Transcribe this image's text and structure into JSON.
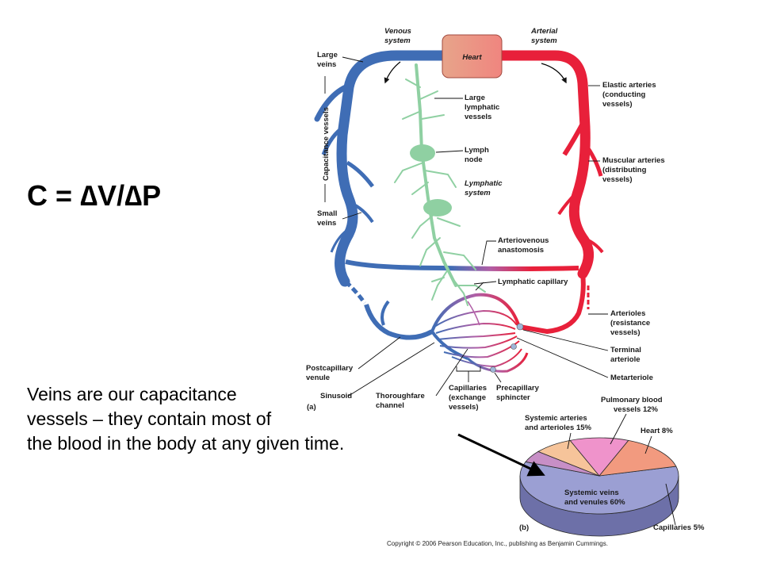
{
  "slide": {
    "formula": "C = ∆V/∆P",
    "caption_lines": [
      "Veins are our capacitance",
      "vessels – they contain most of",
      "the blood in the body at any given time."
    ]
  },
  "figure_a": {
    "panel_label": "(a)",
    "heart": "Heart",
    "venous_system": [
      "Venous",
      "system"
    ],
    "arterial_system": [
      "Arterial",
      "system"
    ],
    "large_veins": [
      "Large",
      "veins"
    ],
    "capacitance_vessels": "Capacitance vessels",
    "small_veins": [
      "Small",
      "veins"
    ],
    "large_lymphatic_vessels": [
      "Large",
      "lymphatic",
      "vessels"
    ],
    "lymph_node": [
      "Lymph",
      "node"
    ],
    "lymphatic_system": [
      "Lymphatic",
      "system"
    ],
    "elastic_arteries": [
      "Elastic arteries",
      "(conducting",
      "vessels)"
    ],
    "muscular_arteries": [
      "Muscular arteries",
      "(distributing",
      "vessels)"
    ],
    "arteriovenous_anastomosis": [
      "Arteriovenous",
      "anastomosis"
    ],
    "lymphatic_capillary": "Lymphatic capillary",
    "arterioles": [
      "Arterioles",
      "(resistance",
      "vessels)"
    ],
    "terminal_arteriole": [
      "Terminal",
      "arteriole"
    ],
    "metarteriole": "Metarteriole",
    "postcapillary_venule": [
      "Postcapillary",
      "venule"
    ],
    "sinusoid": "Sinusoid",
    "thoroughfare_channel": [
      "Thoroughfare",
      "channel"
    ],
    "capillaries": [
      "Capillaries",
      "(exchange",
      "vessels)"
    ],
    "precapillary_sphincter": [
      "Precapillary",
      "sphincter"
    ]
  },
  "figure_b": {
    "panel_label": "(b)",
    "slices": [
      {
        "label": "Systemic veins and venules 60%",
        "lines": [
          "Systemic veins",
          "and venules 60%"
        ],
        "percent": 60,
        "color": "#9b9fd3"
      },
      {
        "label": "Capillaries 5%",
        "lines": [
          "Capillaries 5%"
        ],
        "percent": 5,
        "color": "#c78fc6"
      },
      {
        "label": "Heart 8%",
        "lines": [
          "Heart 8%"
        ],
        "percent": 8,
        "color": "#f6c49a"
      },
      {
        "label": "Pulmonary blood vessels 12%",
        "lines": [
          "Pulmonary blood",
          "vessels 12%"
        ],
        "percent": 12,
        "color": "#ef93cb"
      },
      {
        "label": "Systemic arteries and arterioles 15%",
        "lines": [
          "Systemic arteries",
          "and arterioles 15%"
        ],
        "percent": 15,
        "color": "#f29a7f"
      }
    ]
  },
  "copyright": "Copyright © 2006 Pearson Education, Inc., publishing as Benjamin Cummings."
}
